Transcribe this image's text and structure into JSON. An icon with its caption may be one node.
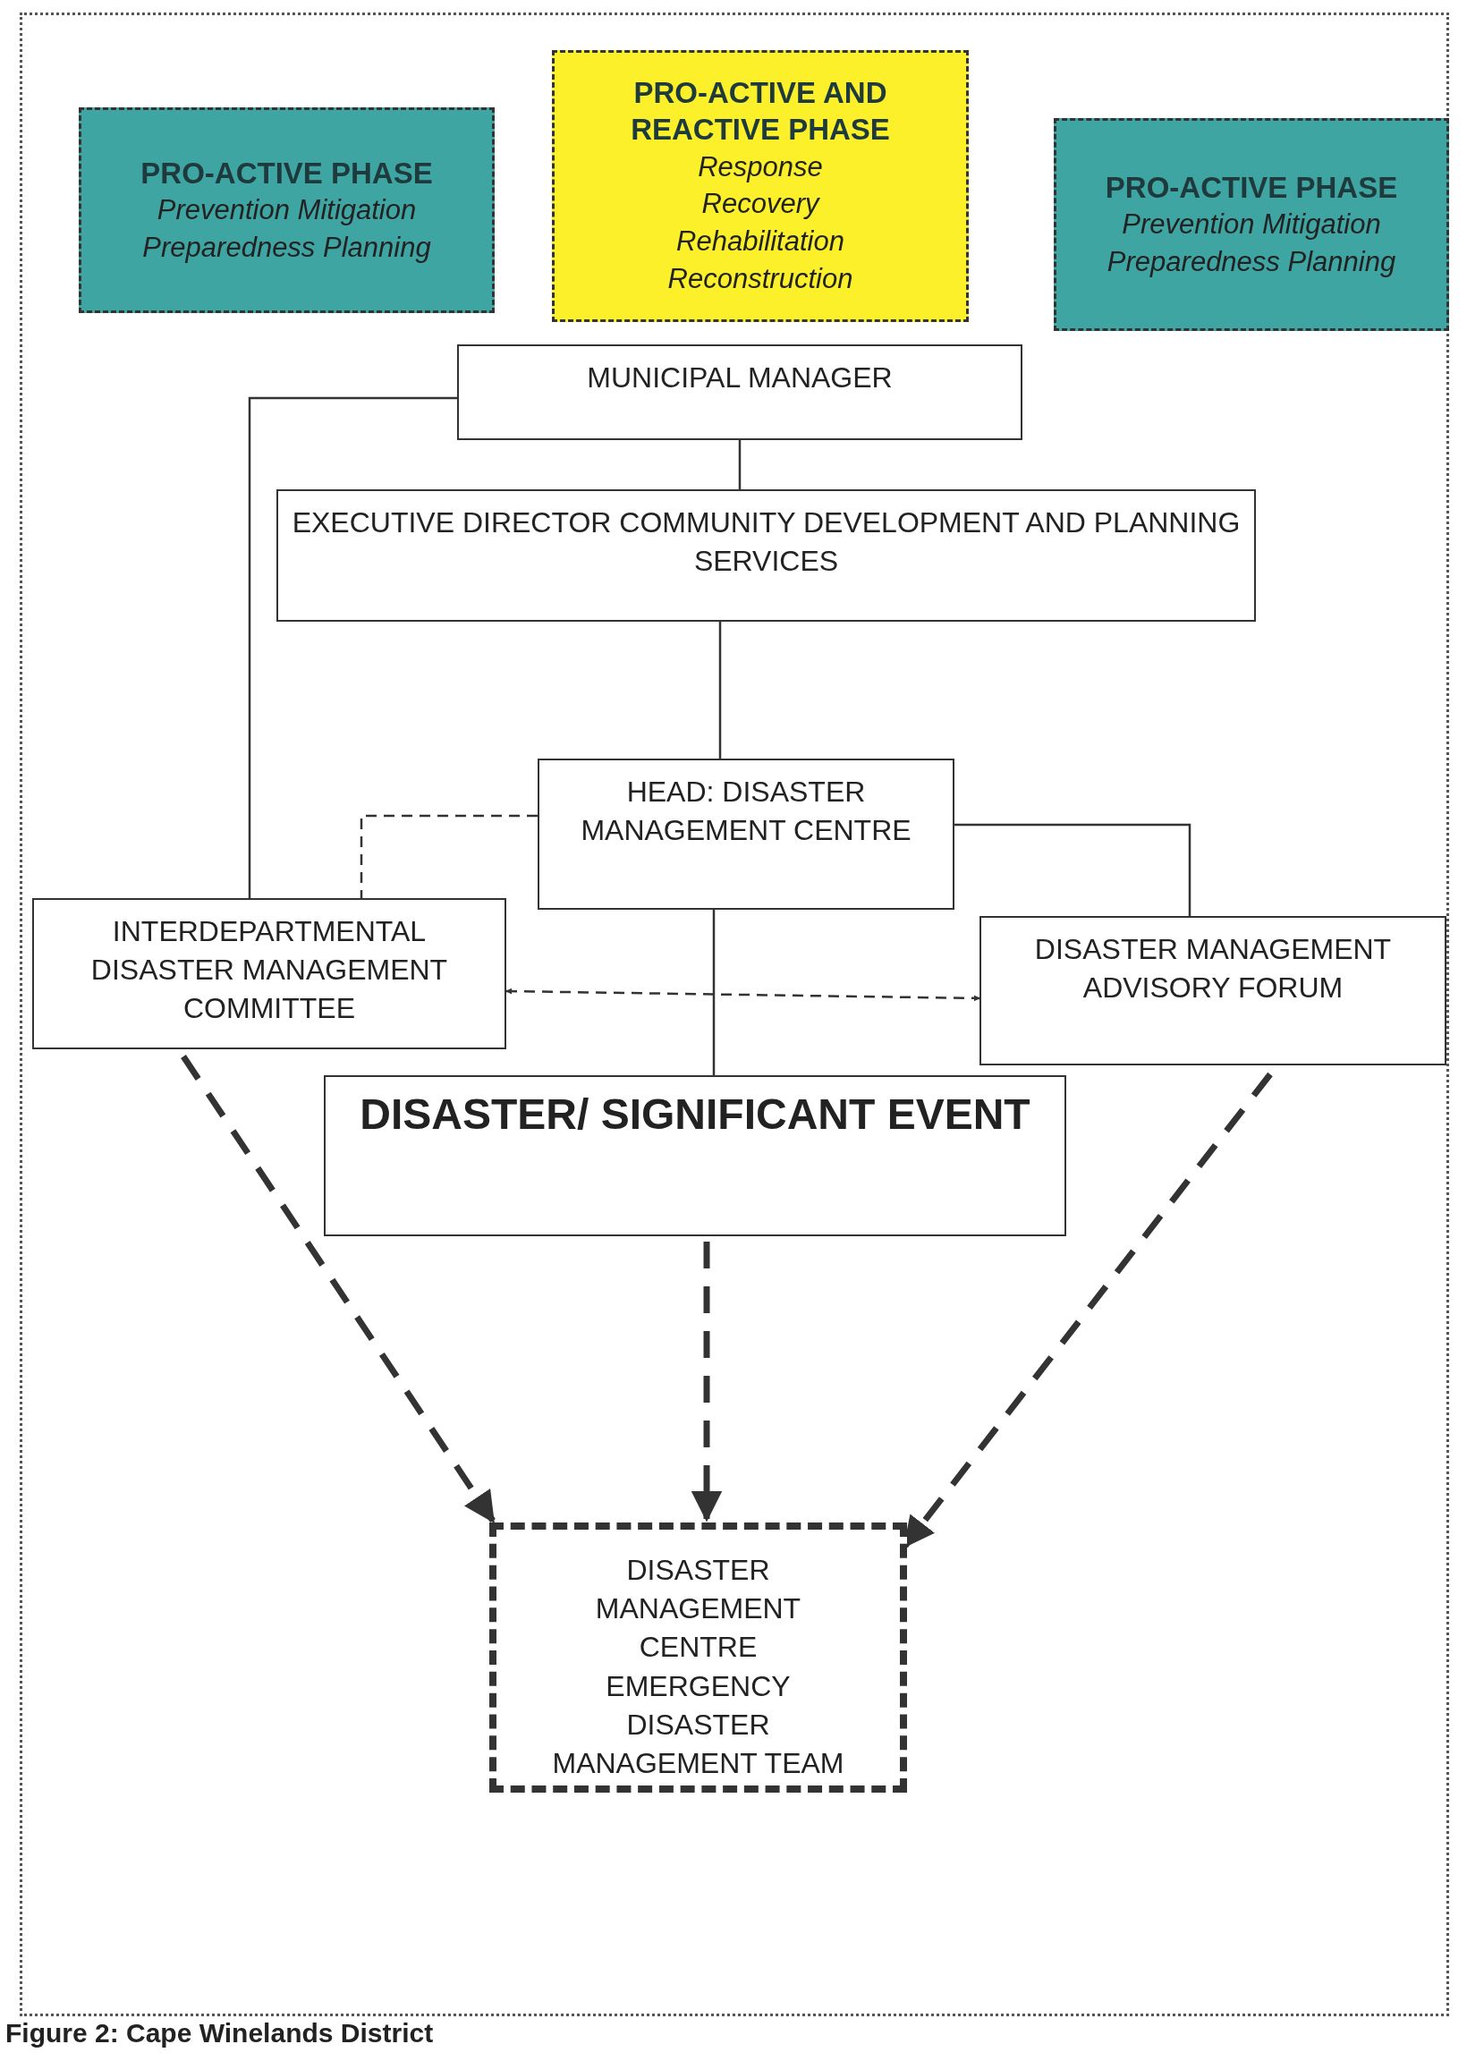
{
  "diagram": {
    "caption": "Figure 2: Cape Winelands District",
    "nodes": [
      {
        "text": [
          "PRO-ACTIVE PHASE",
          "Prevention Mitigation Preparedness Planning"
        ]
      },
      {
        "text": [
          "PRO-ACTIVE AND REACTIVE PHASE",
          "Response Recovery Rehabilitation Reconstruction"
        ]
      },
      {
        "text": [
          "PRO-ACTIVE PHASE",
          "Prevention Mitigation Preparedness Planning"
        ]
      },
      {
        "text": [
          "MUNICIPAL MANAGER"
        ]
      },
      {
        "text": [
          "EXECUTIVE DIRECTOR COMMUNITY DEVELOPMENT AND PLANNING SERVICES"
        ]
      },
      {
        "text": [
          "HEAD: DISASTER MANAGEMENT CENTRE"
        ]
      },
      {
        "text": [
          "INTERDEPARTMENTAL DISASTER MANAGEMENT COMMITTEE"
        ]
      },
      {
        "text": [
          "DISASTER MANAGEMENT ADVISORY FORUM"
        ]
      },
      {
        "text": [
          "DISASTER/ SIGNIFICANT EVENT"
        ]
      },
      {
        "text": [
          "DISASTER MANAGEMENT CENTRE EMERGENCY DISASTER MANAGEMENT TEAM"
        ]
      }
    ],
    "edges": [
      {
        "from": 3,
        "to": 4,
        "arrow": "none"
      },
      {
        "from": 4,
        "to": 5,
        "arrow": "none"
      },
      {
        "from": 3,
        "to": 6,
        "arrow": "none"
      },
      {
        "from": 5,
        "to": 6,
        "arrow": "none",
        "style": "dashed"
      },
      {
        "from": 5,
        "to": 7,
        "arrow": "none"
      },
      {
        "from": 6,
        "to": 7,
        "arrow": "both",
        "style": "dashed"
      },
      {
        "from": 5,
        "to": 8,
        "arrow": "none"
      },
      {
        "from": 8,
        "to": 9,
        "arrow": "to",
        "style": "dashed"
      },
      {
        "from": 6,
        "to": 9,
        "arrow": "to",
        "style": "dashed"
      },
      {
        "from": 7,
        "to": 9,
        "arrow": "to",
        "style": "dashed"
      }
    ]
  }
}
